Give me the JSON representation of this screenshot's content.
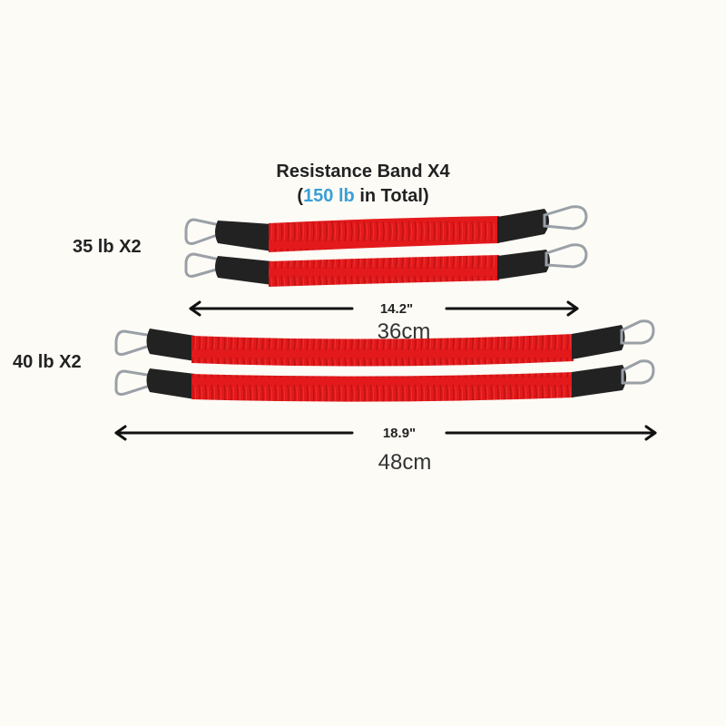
{
  "title": {
    "line1": "Resistance Band X4",
    "line2_open": "(",
    "line2_highlight": "150 lb",
    "line2_rest": " in Total)"
  },
  "groups": [
    {
      "label": "35 lb X2",
      "length_in": "14.2\"",
      "length_cm": "36cm",
      "band_count": 2
    },
    {
      "label": "40 lb X2",
      "length_in": "18.9\"",
      "length_cm": "48cm",
      "band_count": 2
    }
  ],
  "colors": {
    "band": "#e3191b",
    "grip": "#222222",
    "clip": "#9aa0a6",
    "accent": "#3a9fd6",
    "background": "#fcfbf6"
  },
  "icons": [
    "carabiner-clip-icon",
    "double-arrow-icon"
  ]
}
